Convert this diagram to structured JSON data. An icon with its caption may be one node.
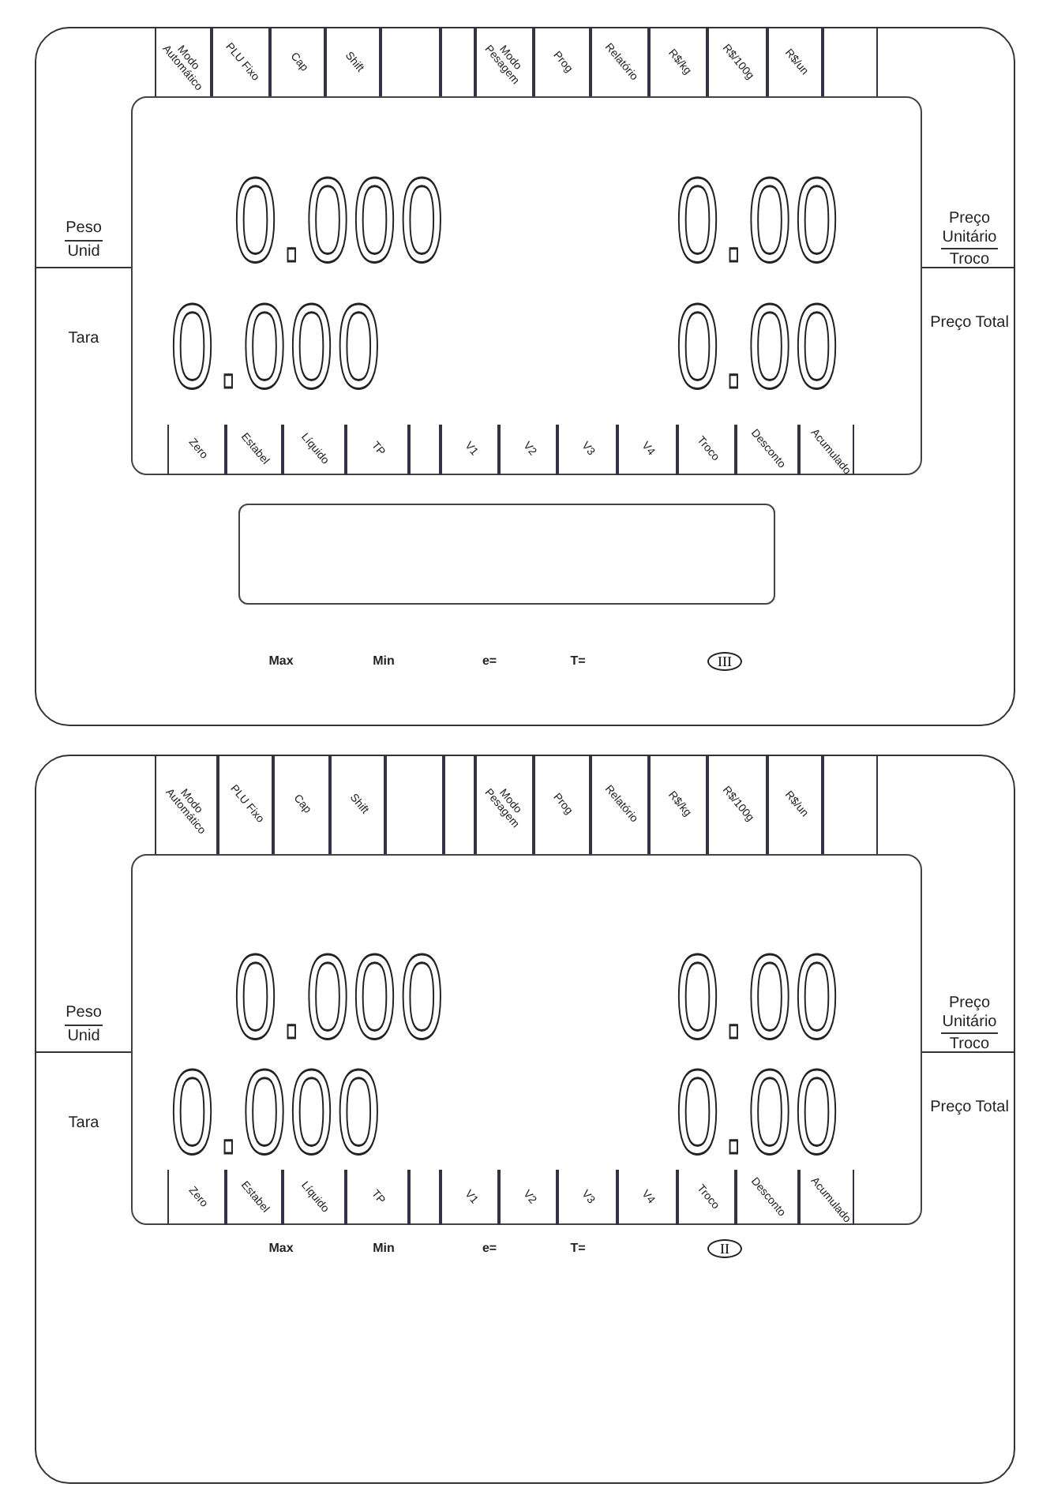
{
  "diagram": {
    "nodes": [
      {
        "text": [],
        "shape": "box"
      },
      {
        "text": [
          "Modo Automático"
        ],
        "in": 0
      },
      {
        "text": [
          "PLU Fixo"
        ],
        "in": 0
      },
      {
        "text": [
          "Cap"
        ],
        "in": 0
      },
      {
        "text": [
          "Shift"
        ],
        "in": 0
      },
      {
        "text": [],
        "shape": "box",
        "in": 0
      },
      {
        "text": [],
        "shape": "box",
        "in": 0
      },
      {
        "text": [
          "Modo Pesagem"
        ],
        "in": 0
      },
      {
        "text": [
          "Prog"
        ],
        "in": 0
      },
      {
        "text": [
          "Relatório"
        ],
        "in": 0
      },
      {
        "text": [
          "R$/kg"
        ],
        "in": 0
      },
      {
        "text": [
          "R$/100g"
        ],
        "in": 0
      },
      {
        "text": [
          "R$/un"
        ],
        "in": 0
      },
      {
        "text": [],
        "shape": "box",
        "in": 0
      },
      {
        "text": [
          "0.000",
          "0.00",
          "0.000",
          "0.00"
        ],
        "in": 0
      },
      {
        "text": [
          "Zero"
        ],
        "in": 0
      },
      {
        "text": [
          "Estabel"
        ],
        "in": 0
      },
      {
        "text": [
          "Líquido"
        ],
        "in": 0
      },
      {
        "text": [
          "TP"
        ],
        "in": 0
      },
      {
        "text": [],
        "shape": "box",
        "in": 0
      },
      {
        "text": [
          "V1"
        ],
        "in": 0
      },
      {
        "text": [
          "V2"
        ],
        "in": 0
      },
      {
        "text": [
          "V3"
        ],
        "in": 0
      },
      {
        "text": [
          "V4"
        ],
        "in": 0
      },
      {
        "text": [
          "Troco"
        ],
        "in": 0
      },
      {
        "text": [
          "Desconto"
        ],
        "in": 0
      },
      {
        "text": [
          "Acumulado"
        ],
        "in": 0
      },
      {
        "text": [],
        "shape": "box",
        "in": 0
      },
      {
        "text": [
          "III"
        ],
        "in": 0
      },
      {
        "text": [],
        "shape": "box"
      },
      {
        "text": [
          "Modo Automático"
        ],
        "in": 29
      },
      {
        "text": [
          "PLU Fixo"
        ],
        "in": 29
      },
      {
        "text": [
          "Cap"
        ],
        "in": 29
      },
      {
        "text": [
          "Shift"
        ],
        "in": 29
      },
      {
        "text": [],
        "shape": "box",
        "in": 29
      },
      {
        "text": [],
        "shape": "box",
        "in": 29
      },
      {
        "text": [
          "Modo Pesagem"
        ],
        "in": 29
      },
      {
        "text": [
          "Prog"
        ],
        "in": 29
      },
      {
        "text": [
          "Relatório"
        ],
        "in": 29
      },
      {
        "text": [
          "R$/kg"
        ],
        "in": 29
      },
      {
        "text": [
          "R$/100g"
        ],
        "in": 29
      },
      {
        "text": [
          "R$/un"
        ],
        "in": 29
      },
      {
        "text": [],
        "shape": "box",
        "in": 29
      },
      {
        "text": [
          "0.000",
          "0.00",
          "0.000",
          "0.00"
        ],
        "in": 29
      },
      {
        "text": [
          "Zero"
        ],
        "in": 29
      },
      {
        "text": [
          "Estabel"
        ],
        "in": 29
      },
      {
        "text": [
          "Líquido"
        ],
        "in": 29
      },
      {
        "text": [
          "TP"
        ],
        "in": 29
      },
      {
        "text": [],
        "shape": "box",
        "in": 29
      },
      {
        "text": [
          "V1"
        ],
        "in": 29
      },
      {
        "text": [
          "V2"
        ],
        "in": 29
      },
      {
        "text": [
          "V3"
        ],
        "in": 29
      },
      {
        "text": [
          "V4"
        ],
        "in": 29
      },
      {
        "text": [
          "Troco"
        ],
        "in": 29
      },
      {
        "text": [
          "Desconto"
        ],
        "in": 29
      },
      {
        "text": [
          "Acumulado"
        ],
        "in": 29
      },
      {
        "text": [
          "II"
        ],
        "in": 29
      }
    ],
    "labels": [
      "Peso",
      "Unid",
      "Preço Unitário",
      "Troco",
      "Tara",
      "Preço Total",
      "Max",
      "Min",
      "e=",
      "T=",
      "Peso",
      "Unid",
      "Preço Unitário",
      "Troco",
      "Tara",
      "Preço Total",
      "Max",
      "Min",
      "e=",
      "T="
    ]
  }
}
